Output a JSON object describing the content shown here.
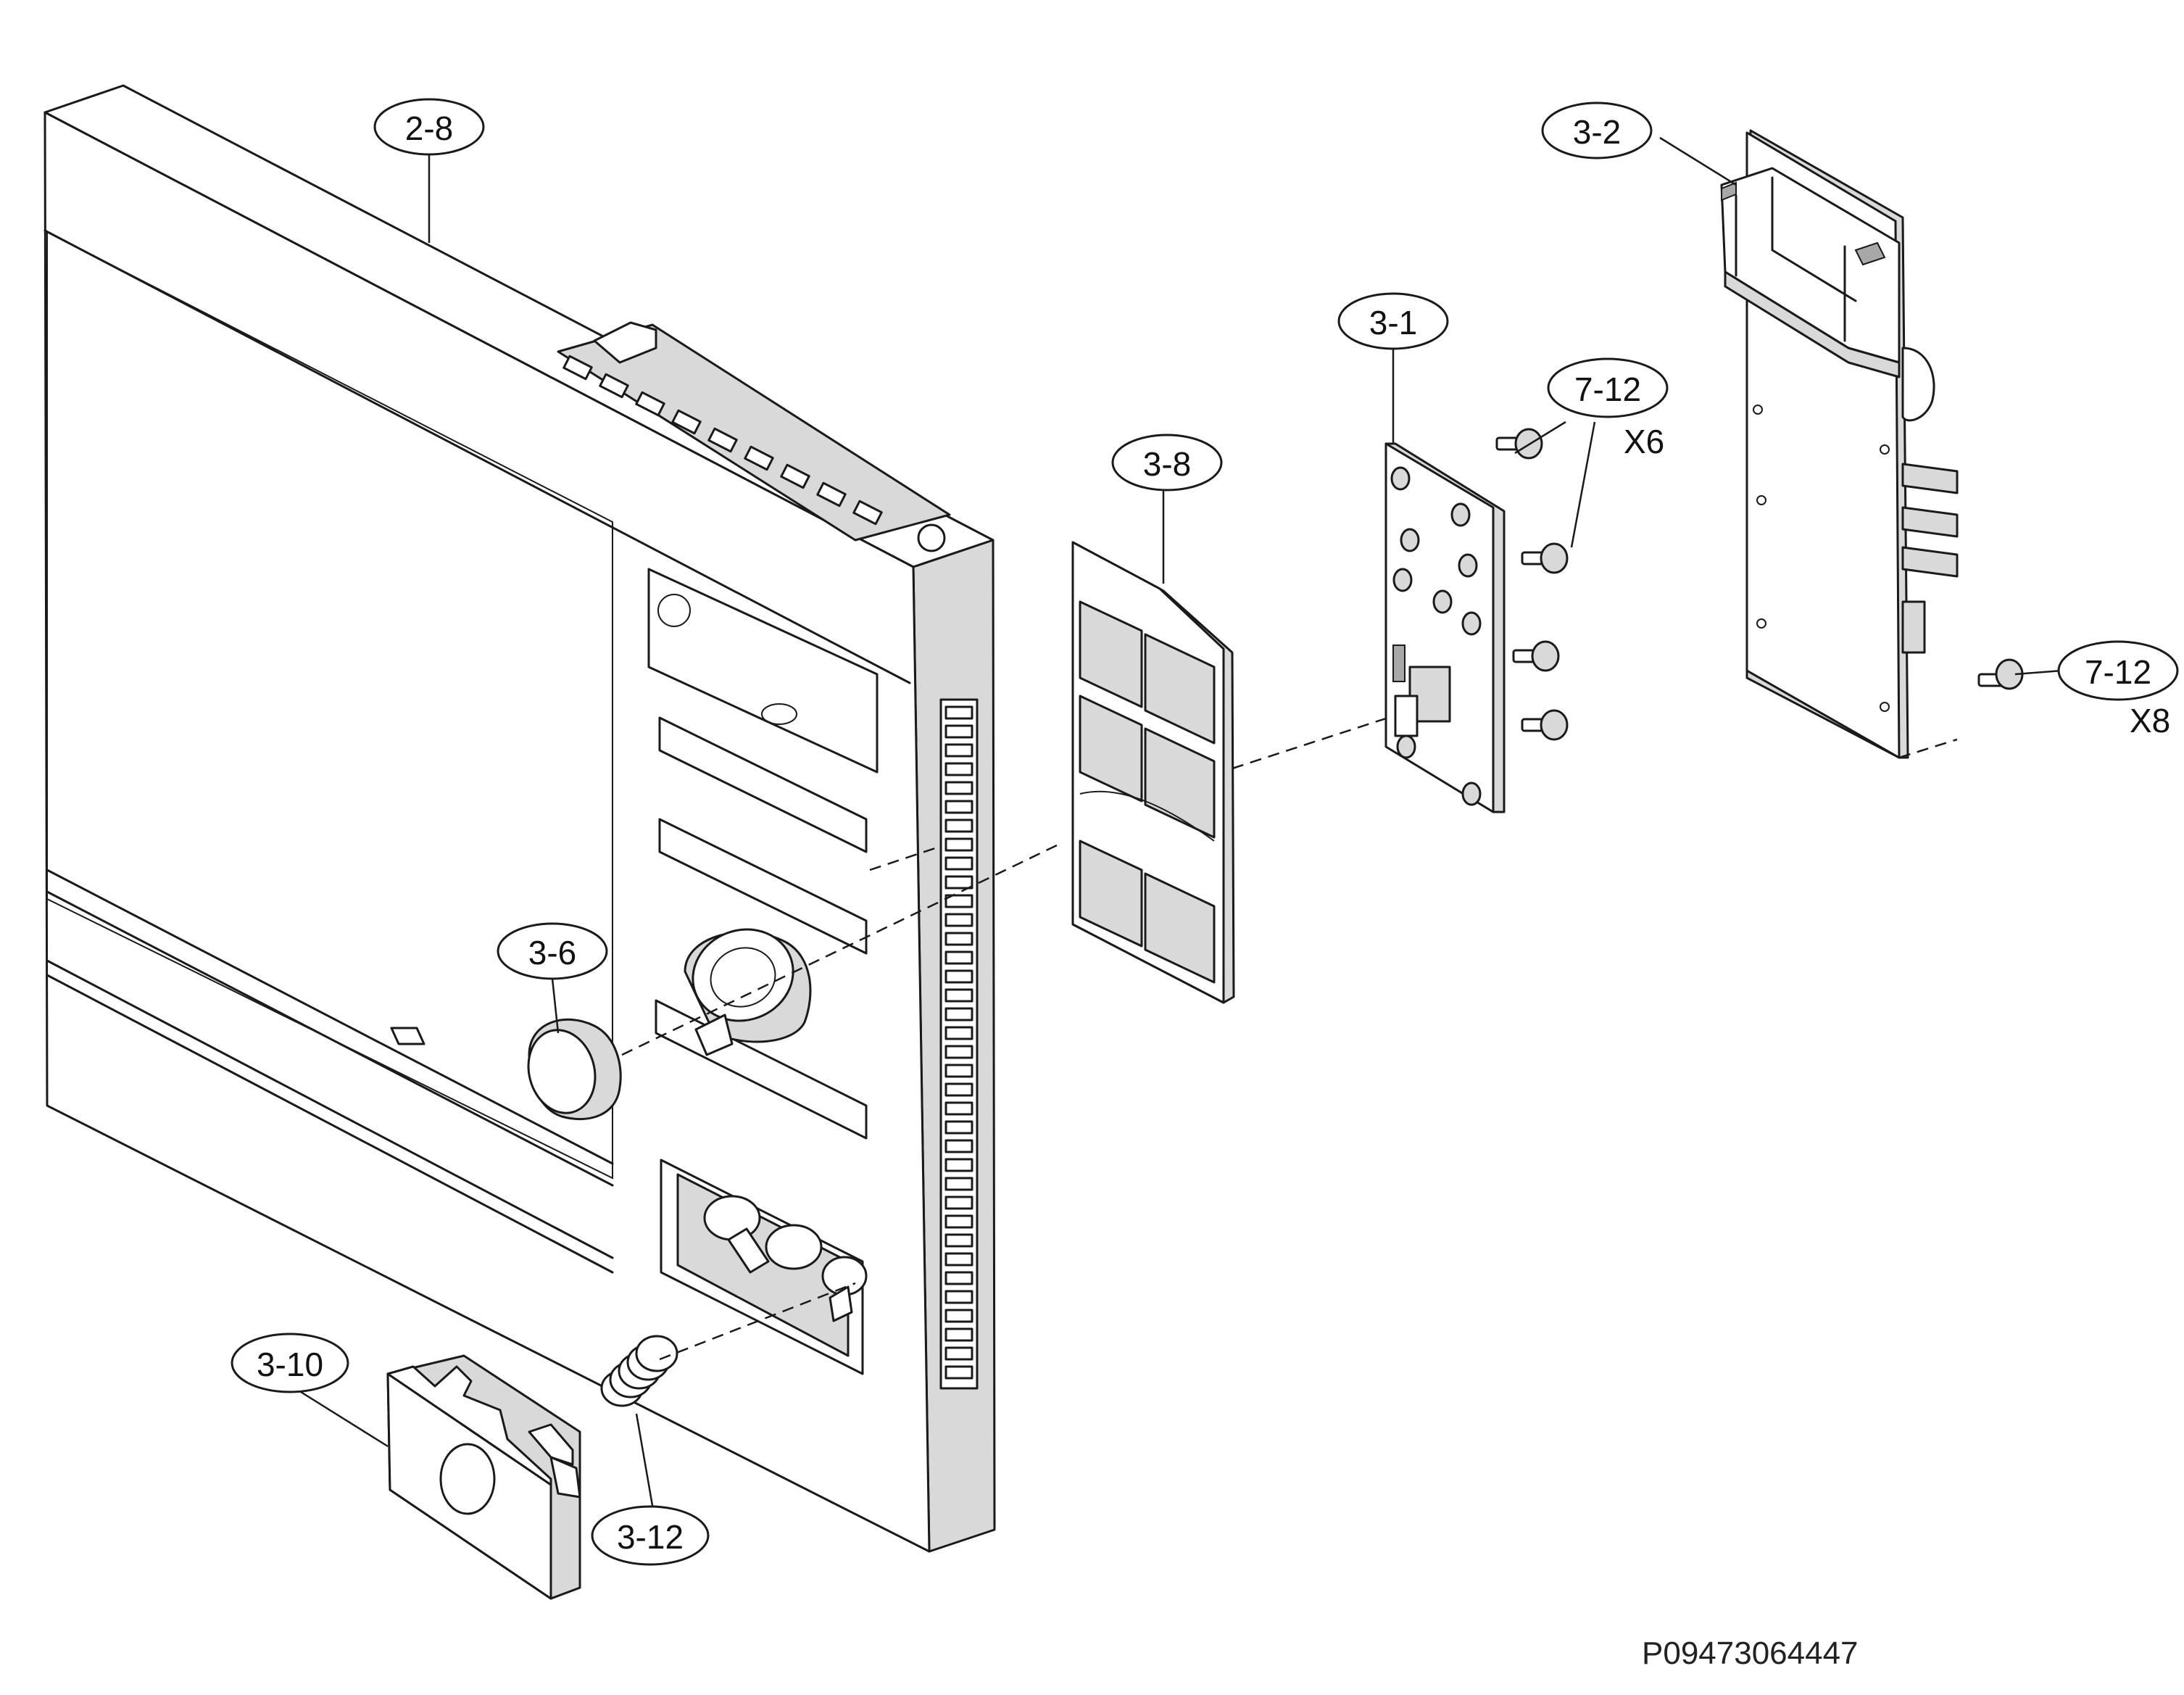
{
  "callouts": [
    {
      "id": "c-2-8",
      "label": "2-8"
    },
    {
      "id": "c-3-2",
      "label": "3-2"
    },
    {
      "id": "c-3-1",
      "label": "3-1"
    },
    {
      "id": "c-7-12a",
      "label": "7-12"
    },
    {
      "id": "c-3-8",
      "label": "3-8"
    },
    {
      "id": "c-7-12b",
      "label": "7-12"
    },
    {
      "id": "c-3-6",
      "label": "3-6"
    },
    {
      "id": "c-3-10",
      "label": "3-10"
    },
    {
      "id": "c-3-12",
      "label": "3-12"
    }
  ],
  "quantities": {
    "screws_board": "X6",
    "screws_bracket": "X8"
  },
  "document_number": "P09473064447",
  "colors": {
    "line": "#1a1a1a",
    "shade": "#d9d9d9",
    "background": "#ffffff"
  }
}
